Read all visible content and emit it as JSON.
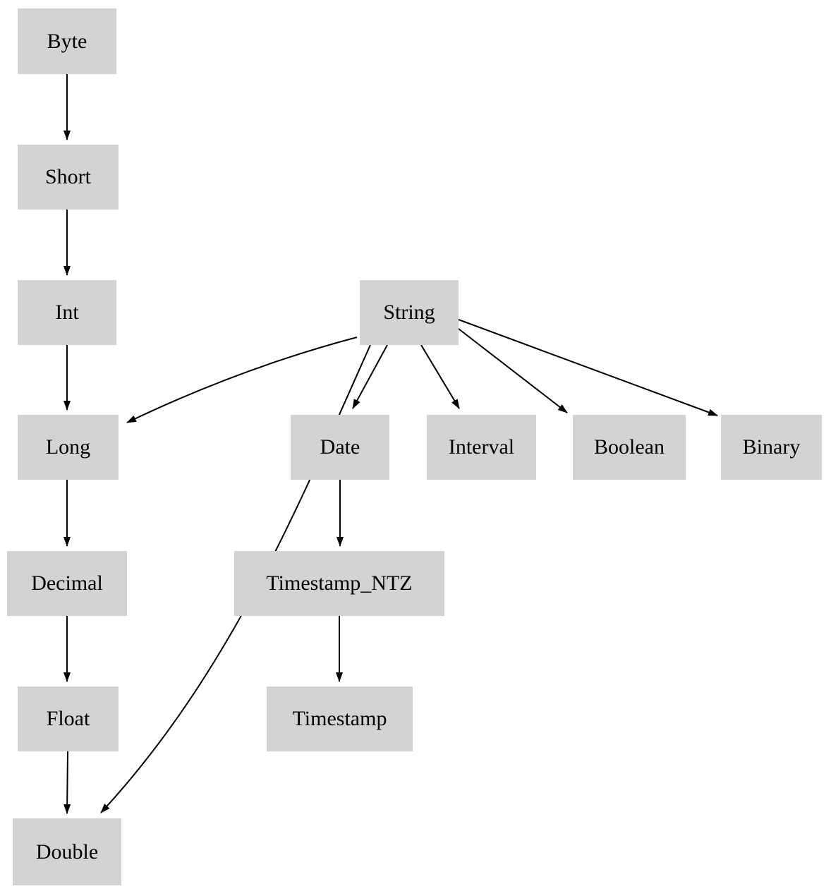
{
  "diagram": {
    "type": "directed-graph",
    "colors": {
      "node_fill": "#d3d3d3",
      "node_text": "#000000",
      "edge": "#000000",
      "background": "#ffffff"
    },
    "nodes": {
      "byte": {
        "label": "Byte"
      },
      "short": {
        "label": "Short"
      },
      "int": {
        "label": "Int"
      },
      "long": {
        "label": "Long"
      },
      "decimal": {
        "label": "Decimal"
      },
      "float": {
        "label": "Float"
      },
      "double": {
        "label": "Double"
      },
      "string": {
        "label": "String"
      },
      "date": {
        "label": "Date"
      },
      "interval": {
        "label": "Interval"
      },
      "boolean": {
        "label": "Boolean"
      },
      "binary": {
        "label": "Binary"
      },
      "timestamp_ntz": {
        "label": "Timestamp_NTZ"
      },
      "timestamp": {
        "label": "Timestamp"
      }
    },
    "edges": [
      {
        "from": "Byte",
        "to": "Short"
      },
      {
        "from": "Short",
        "to": "Int"
      },
      {
        "from": "Int",
        "to": "Long"
      },
      {
        "from": "Long",
        "to": "Decimal"
      },
      {
        "from": "Decimal",
        "to": "Float"
      },
      {
        "from": "Float",
        "to": "Double"
      },
      {
        "from": "String",
        "to": "Long"
      },
      {
        "from": "String",
        "to": "Double"
      },
      {
        "from": "String",
        "to": "Date"
      },
      {
        "from": "String",
        "to": "Interval"
      },
      {
        "from": "String",
        "to": "Boolean"
      },
      {
        "from": "String",
        "to": "Binary"
      },
      {
        "from": "Date",
        "to": "Timestamp_NTZ"
      },
      {
        "from": "Timestamp_NTZ",
        "to": "Timestamp"
      }
    ]
  }
}
